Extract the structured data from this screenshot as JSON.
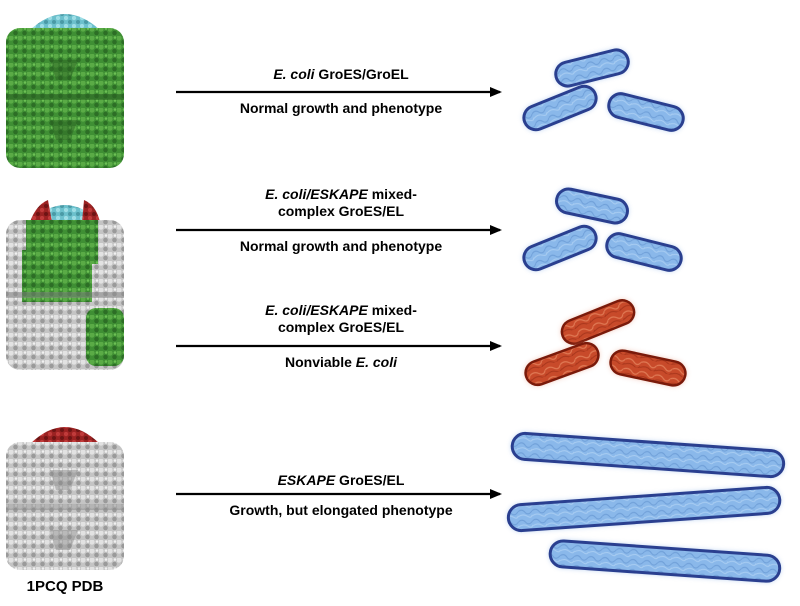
{
  "colors": {
    "groel_ecoli": "#3f8f34",
    "groel_eskape": "#c8c8c8",
    "groes_ecoli": "#6cc0cc",
    "groes_eskape": "#9b2222",
    "cell_viable": "#8ab8ea",
    "cell_viable_outline": "#2a3f8f",
    "cell_nonviable": "#c84a2a",
    "cell_nonviable_outline": "#7a1a0a",
    "arrow": "#000000"
  },
  "rows": [
    {
      "top_label": {
        "italic": "E. coli",
        "rest": " GroES/GroEL"
      },
      "bottom_label": {
        "text": "Normal growth and phenotype"
      },
      "outcome": "normal"
    },
    {
      "top_label": {
        "italic": "E. coli/ESKAPE",
        "rest": " mixed-",
        "line2": "complex GroES/EL"
      },
      "bottom_label": {
        "text": "Normal growth and phenotype"
      },
      "outcome": "normal"
    },
    {
      "top_label": {
        "italic": "E. coli/ESKAPE",
        "rest": " mixed-",
        "line2": "complex GroES/EL"
      },
      "bottom_label": {
        "text": "Nonviable ",
        "italic": "E. coli"
      },
      "outcome": "nonviable"
    },
    {
      "top_label": {
        "italic": "ESKAPE",
        "rest": " GroES/EL"
      },
      "bottom_label": {
        "text": "Growth, but elongated phenotype"
      },
      "outcome": "elongated"
    }
  ],
  "structure_caption": "1PCQ PDB"
}
